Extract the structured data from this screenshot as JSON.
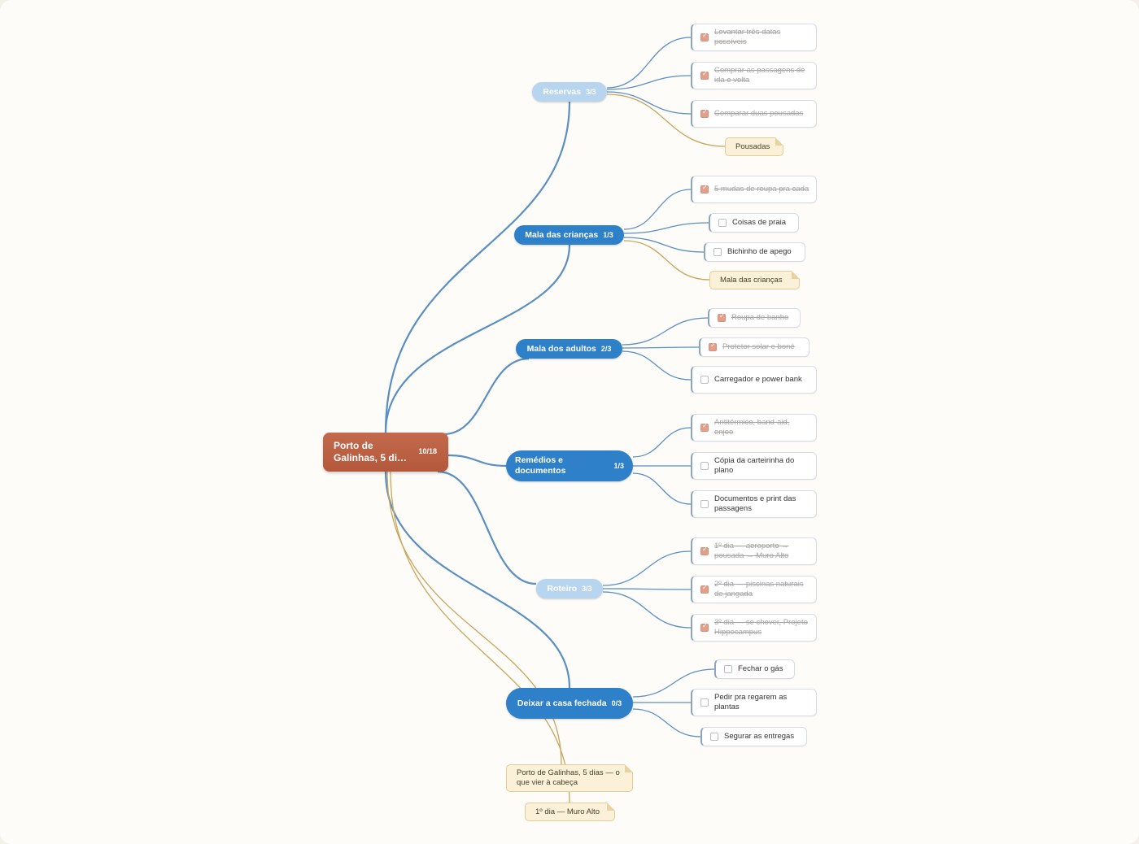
{
  "root": {
    "title": "Porto de Galinhas, 5 di…",
    "count": "10/18"
  },
  "branches": [
    {
      "label": "Reservas",
      "count": "3/3",
      "done": true
    },
    {
      "label": "Mala das crianças",
      "count": "1/3",
      "done": false
    },
    {
      "label": "Mala dos adultos",
      "count": "2/3",
      "done": false
    },
    {
      "label": "Remédios e documentos",
      "count": "1/3",
      "done": false
    },
    {
      "label": "Roteiro",
      "count": "3/3",
      "done": true
    },
    {
      "label": "Deixar a casa fechada",
      "count": "0/3",
      "done": false
    }
  ],
  "tasks": [
    {
      "label": "Levantar três datas possíveis",
      "checked": true
    },
    {
      "label": "Comprar as passagens de ida e volta",
      "checked": true
    },
    {
      "label": "Comparar duas pousadas",
      "checked": true
    },
    {
      "label": "5 mudas de roupa pra cada",
      "checked": true
    },
    {
      "label": "Coisas de praia",
      "checked": false
    },
    {
      "label": "Bichinho de apego",
      "checked": false
    },
    {
      "label": "Roupa de banho",
      "checked": true
    },
    {
      "label": "Protetor solar e boné",
      "checked": true
    },
    {
      "label": "Carregador e power bank",
      "checked": false
    },
    {
      "label": "Antitérmico, band-aid, enjoo",
      "checked": true
    },
    {
      "label": "Cópia da carteirinha do plano",
      "checked": false
    },
    {
      "label": "Documentos e print das passagens",
      "checked": false
    },
    {
      "label": "1º dia — aeroporto → pousada → Muro Alto",
      "checked": true
    },
    {
      "label": "2º dia — piscinas naturais de jangada",
      "checked": true
    },
    {
      "label": "3º dia — se chover, Projeto Hippocampus",
      "checked": true
    },
    {
      "label": "Fechar o gás",
      "checked": false
    },
    {
      "label": "Pedir pra regarem as plantas",
      "checked": false
    },
    {
      "label": "Segurar as entregas",
      "checked": false
    }
  ],
  "notes": [
    {
      "label": "Pousadas"
    },
    {
      "label": "Mala das crianças"
    },
    {
      "label": "Porto de Galinhas, 5 dias — o que vier à cabeça"
    },
    {
      "label": "1º dia — Muro Alto"
    }
  ],
  "colors": {
    "root": "#b95d40",
    "branch": "#2e80c8",
    "branch_done": "#b8d5ef",
    "link": "#5b8fc4",
    "note_link": "#c9a55a",
    "checked_box": "#e2a08a"
  }
}
